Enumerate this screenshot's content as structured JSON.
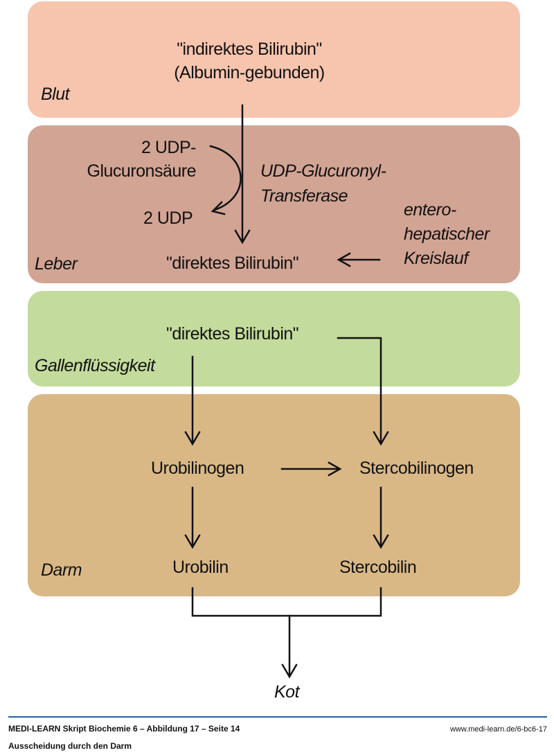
{
  "colors": {
    "blut": "#f7c4ae",
    "leber": "#d2a494",
    "galle": "#c3db9c",
    "darm": "#dab886",
    "footer_rule": "#1f5fa8"
  },
  "compartments": {
    "blut": {
      "label": "Blut",
      "line1": "\"indirektes Bilirubin\"",
      "line2": "(Albumin-gebunden)"
    },
    "leber": {
      "label": "Leber",
      "udp_glucuron_1": "2 UDP-",
      "udp_glucuron_2": "Glucuronsäure",
      "udp": "2 UDP",
      "enzyme_1": "UDP-Glucuronyl-",
      "enzyme_2": "Transferase",
      "entero_1": "entero-",
      "entero_2": "hepatischer",
      "entero_3": "Kreislauf",
      "product": "\"direktes Bilirubin\""
    },
    "galle": {
      "label": "Gallenflüssigkeit",
      "product": "\"direktes Bilirubin\""
    },
    "darm": {
      "label": "Darm",
      "urobilinogen": "Urobilinogen",
      "stercobilinogen": "Stercobilinogen",
      "urobilin": "Urobilin",
      "stercobilin": "Stercobilin"
    }
  },
  "output": "Kot",
  "footer": {
    "title": "MEDI-LEARN Skript Biochemie 6 – Abbildung 17 – Seite 14",
    "subtitle": "Ausscheidung durch den Darm",
    "url": "www.medi-learn.de/6-bc6-17"
  }
}
